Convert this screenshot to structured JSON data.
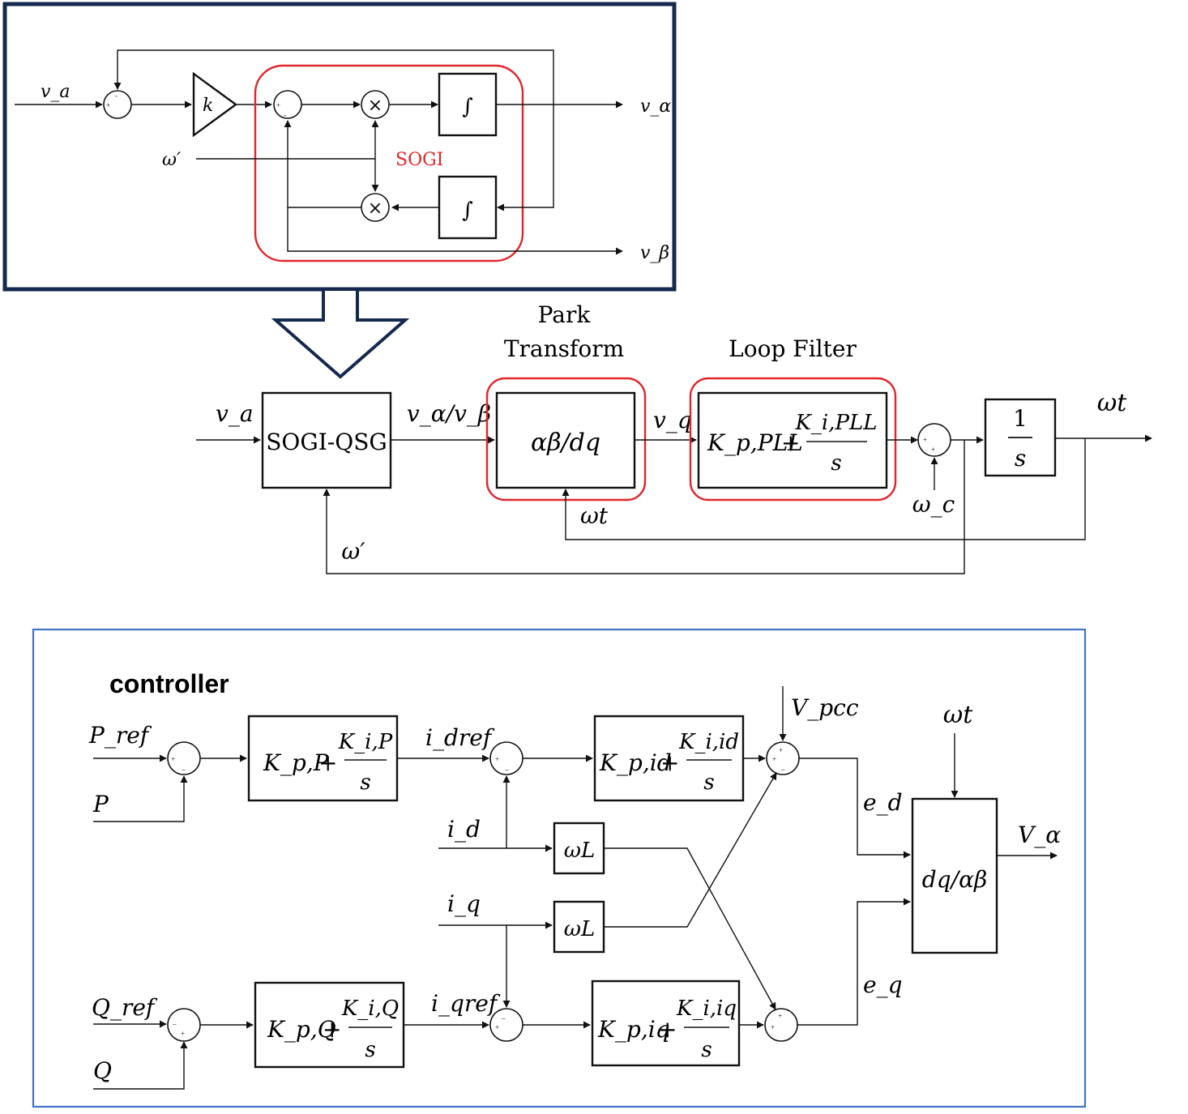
{
  "sogi_detail": {
    "input": "v_a",
    "gain": "k",
    "integrator_symbol": "∫",
    "multiply_symbol": "×",
    "omega_prime": "ω′",
    "label": "SOGI",
    "out_alpha": "v_α",
    "out_beta": "v_β",
    "border_color": "#15294f",
    "label_color": "#e0262b"
  },
  "pll": {
    "input": "v_a",
    "sogi_block": "SOGI-QSG",
    "valpha_vbeta": "v_α/v_β",
    "park_title": [
      "Park",
      "Transform"
    ],
    "park_block": "αβ/dq",
    "vq": "v_q",
    "loop_filter_title": "Loop Filter",
    "kp_pll": "K_p,PLL",
    "ki_pll": "K_i,PLL",
    "s": "s",
    "integrator_num": "1",
    "omega_c": "ω_c",
    "omega_t": "ωt",
    "omega_prime": "ω′"
  },
  "controller": {
    "title": "controller",
    "border_color": "#4472c4",
    "p_ref": "P_ref",
    "p": "P",
    "q_ref": "Q_ref",
    "q": "Q",
    "kp_p": "K_p,P",
    "ki_p": "K_i,P",
    "kp_q": "K_p,Q",
    "ki_q": "K_i,Q",
    "i_dref": "i_dref",
    "i_qref": "i_qref",
    "i_d": "i_d",
    "i_q": "i_q",
    "omega_l": "ωL",
    "kp_id": "K_p,id",
    "ki_id": "K_i,id",
    "kp_iq": "K_p,iq",
    "ki_iq": "K_i,iq",
    "v_pcc": "V_pcc",
    "e_d": "e_d",
    "e_q": "e_q",
    "omega_t": "ωt",
    "inv_park": "dq/αβ",
    "v_alpha": "V_α"
  }
}
